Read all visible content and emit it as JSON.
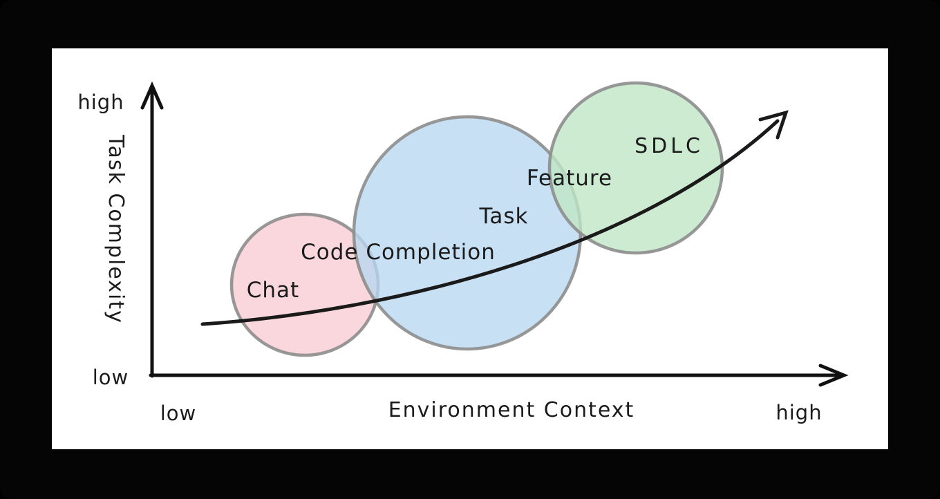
{
  "frame": {
    "background": "#000000",
    "panel_background": "#ffffff"
  },
  "diagram": {
    "y_axis": {
      "label": "Task Complexity",
      "high_label": "high",
      "low_label": "low"
    },
    "x_axis": {
      "label": "Environment Context",
      "low_label": "low",
      "high_label": "high"
    },
    "bubbles": [
      {
        "label": "Chat",
        "fill": "#f7cdd3",
        "stroke": "#8d8d8d"
      },
      {
        "label": "Task",
        "fill": "#b7d7f1",
        "stroke": "#8d8d8d"
      },
      {
        "label": "SDLC",
        "fill": "#bfe6c6",
        "stroke": "#8d8d8d"
      }
    ],
    "overlap_labels": [
      {
        "label": "Code Completion",
        "between": "Chat / Task"
      },
      {
        "label": "Feature",
        "between": "Task / SDLC"
      }
    ],
    "stages_in_order": [
      "Chat",
      "Code Completion",
      "Task",
      "Feature",
      "SDLC"
    ],
    "trend_line_color": "#1a1a1a",
    "axis_color": "#111111"
  }
}
